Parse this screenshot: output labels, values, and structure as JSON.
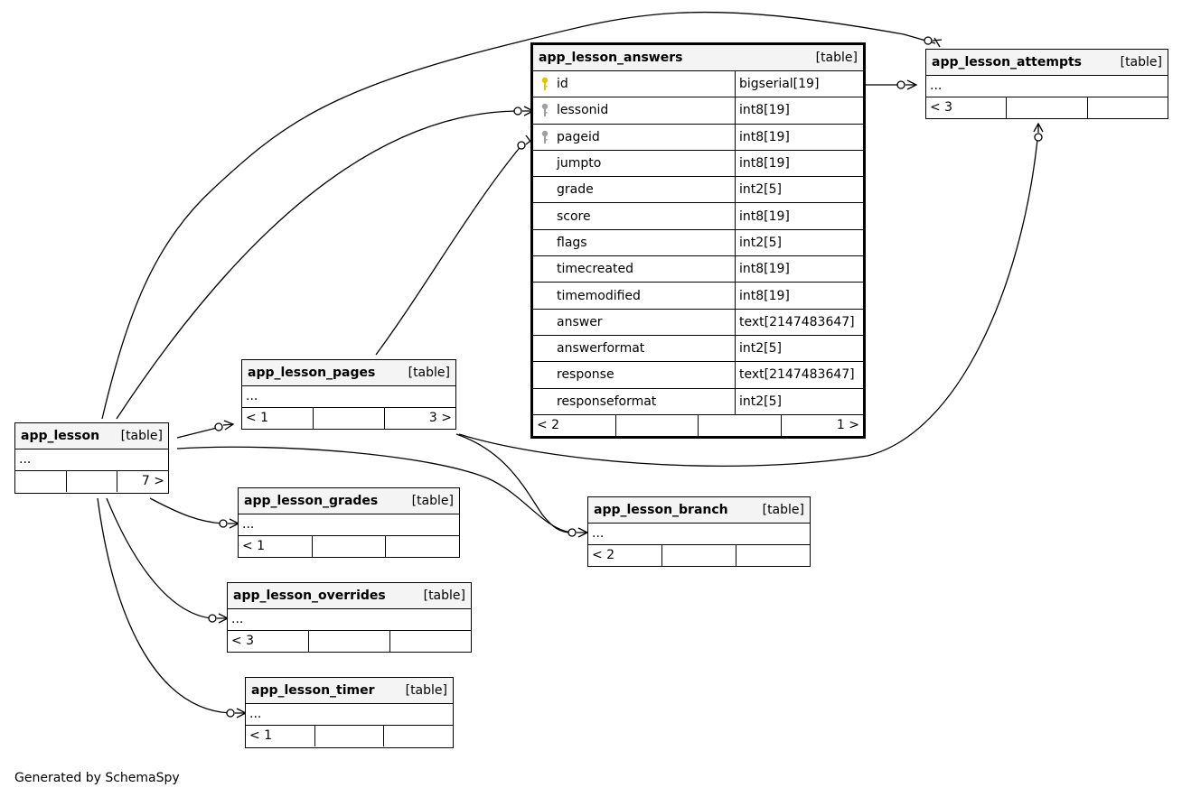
{
  "tables": {
    "answers": {
      "name": "app_lesson_answers",
      "kind": "[table]",
      "columns": [
        {
          "name": "id",
          "type": "bigserial[19]",
          "key": "primary"
        },
        {
          "name": "lessonid",
          "type": "int8[19]",
          "key": "foreign"
        },
        {
          "name": "pageid",
          "type": "int8[19]",
          "key": "foreign"
        },
        {
          "name": "jumpto",
          "type": "int8[19]",
          "key": ""
        },
        {
          "name": "grade",
          "type": "int2[5]",
          "key": ""
        },
        {
          "name": "score",
          "type": "int8[19]",
          "key": ""
        },
        {
          "name": "flags",
          "type": "int2[5]",
          "key": ""
        },
        {
          "name": "timecreated",
          "type": "int8[19]",
          "key": ""
        },
        {
          "name": "timemodified",
          "type": "int8[19]",
          "key": ""
        },
        {
          "name": "answer",
          "type": "text[2147483647]",
          "key": ""
        },
        {
          "name": "answerformat",
          "type": "int2[5]",
          "key": ""
        },
        {
          "name": "response",
          "type": "text[2147483647]",
          "key": ""
        },
        {
          "name": "responseformat",
          "type": "int2[5]",
          "key": ""
        }
      ],
      "footer": [
        "< 2",
        "",
        "",
        "1 >"
      ]
    },
    "attempts": {
      "name": "app_lesson_attempts",
      "kind": "[table]",
      "ellipsis": "...",
      "footer": [
        "< 3",
        "",
        ""
      ]
    },
    "pages": {
      "name": "app_lesson_pages",
      "kind": "[table]",
      "ellipsis": "...",
      "footer": [
        "< 1",
        "",
        "3 >"
      ]
    },
    "lesson": {
      "name": "app_lesson",
      "kind": "[table]",
      "ellipsis": "...",
      "footer": [
        "",
        "",
        "7 >"
      ]
    },
    "grades": {
      "name": "app_lesson_grades",
      "kind": "[table]",
      "ellipsis": "...",
      "footer": [
        "< 1",
        "",
        ""
      ]
    },
    "overrides": {
      "name": "app_lesson_overrides",
      "kind": "[table]",
      "ellipsis": "...",
      "footer": [
        "< 3",
        "",
        ""
      ]
    },
    "timer": {
      "name": "app_lesson_timer",
      "kind": "[table]",
      "ellipsis": "...",
      "footer": [
        "< 1",
        "",
        ""
      ]
    },
    "branch": {
      "name": "app_lesson_branch",
      "kind": "[table]",
      "ellipsis": "...",
      "footer": [
        "< 2",
        "",
        ""
      ]
    }
  },
  "colors": {
    "primary_key": "#e8c200",
    "foreign_key": "#a0a0a0",
    "header_bg": "#f4f4f4"
  },
  "icons": {
    "primary_key": "gold-key-icon",
    "foreign_key": "gray-key-icon"
  },
  "footer_note": "Generated by SchemaSpy"
}
